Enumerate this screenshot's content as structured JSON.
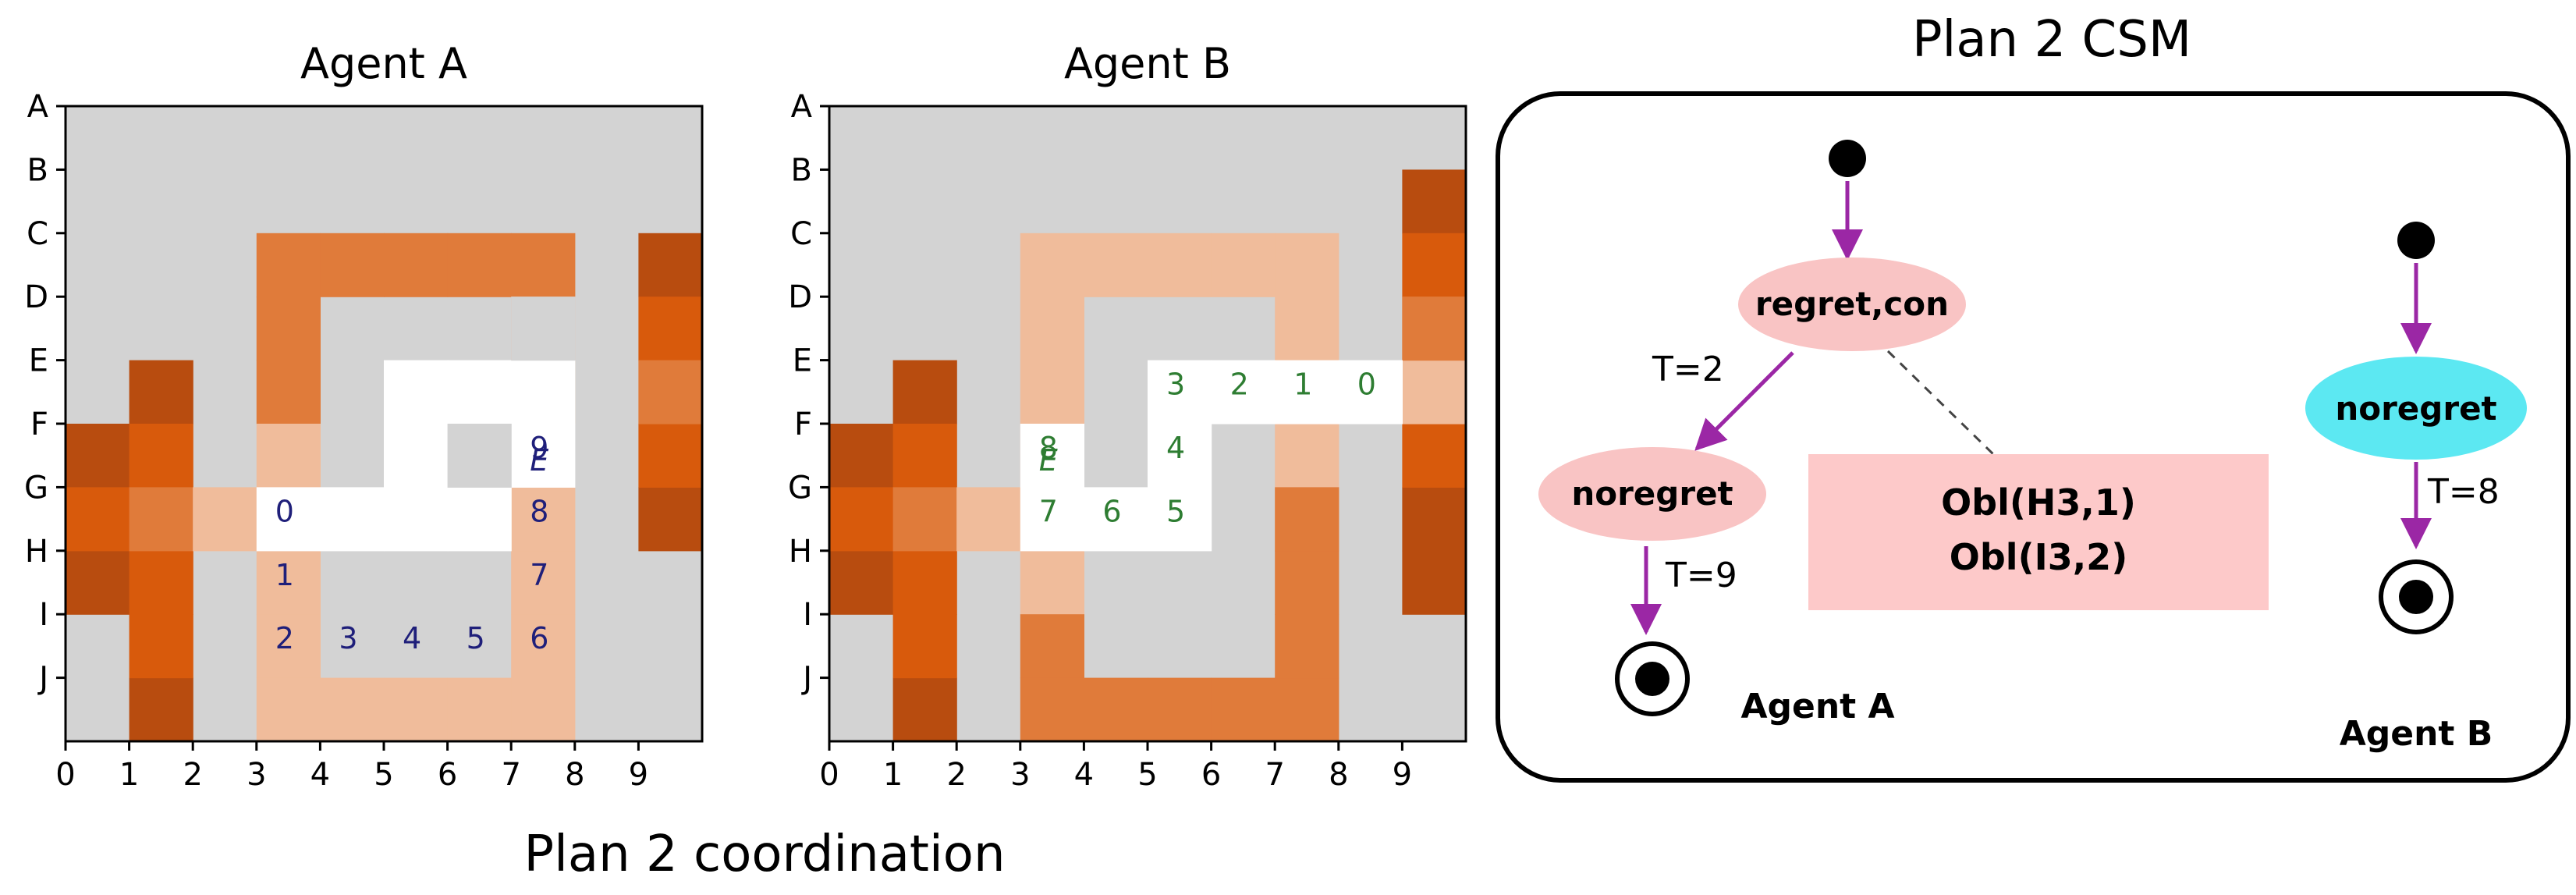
{
  "figure": {
    "caption": "Plan 2 coordination",
    "csm_title": "Plan 2 CSM"
  },
  "colors": {
    "floor": "#d3d3d3",
    "free": "#ffffff",
    "light": "#f0bc9b",
    "mid": "#e07b3a",
    "bright": "#d85a0c",
    "dark": "#b84c0f",
    "agent_a_text": "#1f1f7a",
    "agent_b_text": "#2e7d32",
    "arrow": "#9b27a5",
    "pink_node": "#f9c4c4",
    "cyan_node": "#5ce8f2",
    "obligation_box": "#fdc9c9"
  },
  "grid": {
    "rows": [
      "A",
      "B",
      "C",
      "D",
      "E",
      "F",
      "G",
      "H",
      "I",
      "J"
    ],
    "cols": [
      "0",
      "1",
      "2",
      "3",
      "4",
      "5",
      "6",
      "7",
      "8",
      "9"
    ]
  },
  "panels": [
    {
      "title": "Agent A",
      "layers": [
        {
          "color": "dark",
          "cells": [
            [
              0,
              5
            ],
            [
              0,
              7
            ],
            [
              1,
              4
            ],
            [
              1,
              9
            ],
            [
              0,
              6
            ]
          ]
        },
        {
          "color": "bright",
          "cells": [
            [
              0,
              6
            ],
            [
              1,
              5
            ],
            [
              1,
              7
            ],
            [
              1,
              8
            ]
          ]
        },
        {
          "color": "mid",
          "cells": [
            [
              1,
              6
            ],
            [
              3,
              2
            ],
            [
              4,
              2
            ],
            [
              5,
              2
            ],
            [
              6,
              2
            ],
            [
              7,
              2
            ],
            [
              3,
              3
            ],
            [
              3,
              4
            ]
          ]
        },
        {
          "color": "light",
          "cells": [
            [
              2,
              6
            ],
            [
              3,
              5
            ],
            [
              7,
              3
            ],
            [
              7,
              4
            ],
            [
              9,
              4
            ]
          ]
        },
        {
          "color": "dark",
          "cells": [
            [
              9,
              2
            ],
            [
              9,
              6
            ]
          ]
        },
        {
          "color": "bright",
          "cells": [
            [
              9,
              3
            ],
            [
              9,
              5
            ]
          ]
        },
        {
          "color": "mid",
          "cells": [
            [
              9,
              4
            ]
          ]
        },
        {
          "color": "light",
          "cells": [
            [
              3,
              7
            ],
            [
              3,
              8
            ],
            [
              3,
              9
            ],
            [
              4,
              9
            ],
            [
              5,
              9
            ],
            [
              6,
              9
            ],
            [
              7,
              9
            ],
            [
              7,
              8
            ],
            [
              7,
              7
            ],
            [
              7,
              6
            ]
          ]
        },
        {
          "color": "free",
          "cells": [
            [
              3,
              6
            ],
            [
              4,
              6
            ],
            [
              5,
              6
            ],
            [
              6,
              6
            ],
            [
              5,
              5
            ],
            [
              6,
              4
            ],
            [
              7,
              4
            ],
            [
              7,
              5
            ],
            [
              5,
              4
            ]
          ]
        },
        {
          "color": "floor",
          "cells": [
            [
              6,
              5
            ]
          ]
        },
        {
          "color": "floor",
          "cells": [
            [
              7,
              3
            ]
          ]
        }
      ],
      "steps": [
        {
          "label": "0",
          "col": 3,
          "row": 6
        },
        {
          "label": "1",
          "col": 3,
          "row": 7
        },
        {
          "label": "2",
          "col": 3,
          "row": 8
        },
        {
          "label": "3",
          "col": 4,
          "row": 8
        },
        {
          "label": "4",
          "col": 5,
          "row": 8
        },
        {
          "label": "5",
          "col": 6,
          "row": 8
        },
        {
          "label": "6",
          "col": 7,
          "row": 8
        },
        {
          "label": "7",
          "col": 7,
          "row": 7
        },
        {
          "label": "8",
          "col": 7,
          "row": 6
        },
        {
          "label": "9",
          "col": 7,
          "row": 5
        },
        {
          "label": "E",
          "col": 7,
          "row": 5,
          "small": true
        }
      ]
    },
    {
      "title": "Agent B",
      "layers": [
        {
          "color": "dark",
          "cells": [
            [
              0,
              5
            ],
            [
              0,
              7
            ],
            [
              1,
              4
            ],
            [
              1,
              9
            ],
            [
              0,
              6
            ]
          ]
        },
        {
          "color": "bright",
          "cells": [
            [
              0,
              6
            ],
            [
              1,
              5
            ],
            [
              1,
              7
            ],
            [
              1,
              8
            ]
          ]
        },
        {
          "color": "mid",
          "cells": [
            [
              1,
              6
            ]
          ]
        },
        {
          "color": "light",
          "cells": [
            [
              2,
              6
            ]
          ]
        },
        {
          "color": "light",
          "cells": [
            [
              3,
              2
            ],
            [
              4,
              2
            ],
            [
              5,
              2
            ],
            [
              6,
              2
            ],
            [
              7,
              2
            ],
            [
              3,
              3
            ],
            [
              3,
              4
            ],
            [
              3,
              5
            ],
            [
              3,
              6
            ],
            [
              3,
              7
            ],
            [
              7,
              3
            ],
            [
              7,
              5
            ],
            [
              7,
              6
            ]
          ]
        },
        {
          "color": "mid",
          "cells": [
            [
              3,
              8
            ],
            [
              3,
              9
            ],
            [
              4,
              9
            ],
            [
              5,
              9
            ],
            [
              6,
              9
            ],
            [
              7,
              9
            ],
            [
              7,
              8
            ],
            [
              7,
              7
            ]
          ]
        },
        {
          "color": "dark",
          "cells": [
            [
              9,
              1
            ],
            [
              9,
              6
            ]
          ]
        },
        {
          "color": "bright",
          "cells": [
            [
              9,
              2
            ],
            [
              9,
              5
            ]
          ]
        },
        {
          "color": "mid",
          "cells": [
            [
              9,
              3
            ],
            [
              9,
              4
            ]
          ]
        },
        {
          "color": "light",
          "cells": [
            [
              9,
              4
            ]
          ]
        },
        {
          "color": "mid",
          "cells": [
            [
              9,
              3
            ]
          ]
        },
        {
          "color": "dark",
          "cells": [
            [
              9,
              7
            ]
          ]
        },
        {
          "color": "free",
          "cells": [
            [
              5,
              4
            ],
            [
              6,
              4
            ],
            [
              7,
              4
            ],
            [
              8,
              4
            ],
            [
              5,
              5
            ],
            [
              5,
              6
            ],
            [
              4,
              6
            ],
            [
              3,
              6
            ],
            [
              3,
              5
            ]
          ]
        },
        {
          "color": "mid",
          "cells": [
            [
              7,
              6
            ]
          ]
        }
      ],
      "steps": [
        {
          "label": "0",
          "col": 8,
          "row": 4
        },
        {
          "label": "1",
          "col": 7,
          "row": 4
        },
        {
          "label": "2",
          "col": 6,
          "row": 4
        },
        {
          "label": "3",
          "col": 5,
          "row": 4
        },
        {
          "label": "4",
          "col": 5,
          "row": 5
        },
        {
          "label": "5",
          "col": 5,
          "row": 6
        },
        {
          "label": "6",
          "col": 4,
          "row": 6
        },
        {
          "label": "7",
          "col": 3,
          "row": 6
        },
        {
          "label": "8",
          "col": 3,
          "row": 5
        },
        {
          "label": "E",
          "col": 3,
          "row": 5,
          "small": true
        }
      ]
    }
  ],
  "csm": {
    "nodes": {
      "regret_con": "regret,con",
      "noregret_a": "noregret",
      "noregret_b": "noregret"
    },
    "transitions": {
      "a_to_noregret": "T=2",
      "a_to_final": "T=9",
      "b_to_final": "T=8"
    },
    "obligations": [
      "Obl(H3,1)",
      "Obl(I3,2)"
    ],
    "labels": {
      "agent_a": "Agent A",
      "agent_b": "Agent B"
    }
  }
}
